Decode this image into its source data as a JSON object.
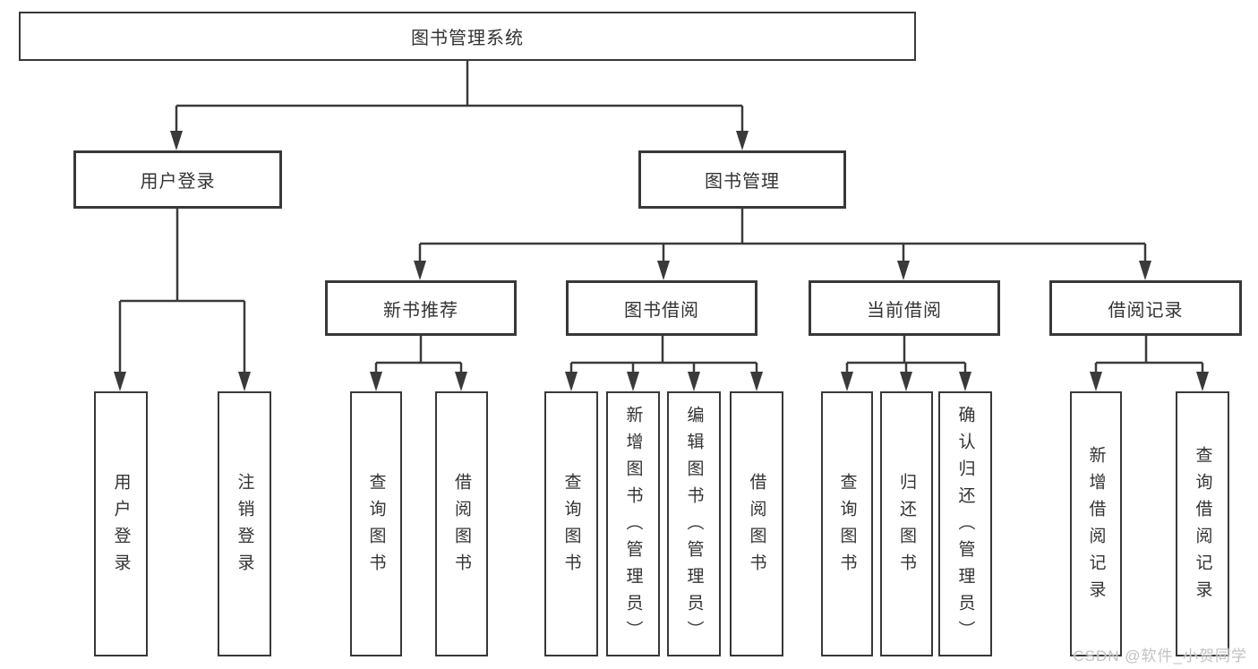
{
  "diagram": {
    "type": "hierarchy-flowchart",
    "colors": {
      "background": "#ffffff",
      "line": "#3a3a3a",
      "box_border": "#383838",
      "text": "#333333",
      "watermark_text": "#c2c2c2"
    },
    "tree": {
      "label": "图书管理系统",
      "children": [
        {
          "label": "用户登录",
          "children": [
            {
              "label": "用户登录"
            },
            {
              "label": "注销登录"
            }
          ]
        },
        {
          "label": "图书管理",
          "children": [
            {
              "label": "新书推荐",
              "children": [
                {
                  "label": "查询图书"
                },
                {
                  "label": "借阅图书"
                }
              ]
            },
            {
              "label": "图书借阅",
              "children": [
                {
                  "label": "查询图书"
                },
                {
                  "label": "新增图书（管理员）"
                },
                {
                  "label": "编辑图书（管理员）"
                },
                {
                  "label": "借阅图书"
                }
              ]
            },
            {
              "label": "当前借阅",
              "children": [
                {
                  "label": "查询图书"
                },
                {
                  "label": "归还图书"
                },
                {
                  "label": "确认归还（管理员）"
                }
              ]
            },
            {
              "label": "借阅记录",
              "children": [
                {
                  "label": "新增借阅记录"
                },
                {
                  "label": "查询借阅记录"
                }
              ]
            }
          ]
        }
      ]
    }
  },
  "watermark": {
    "text": "CSDN @软件_小贺同学"
  }
}
